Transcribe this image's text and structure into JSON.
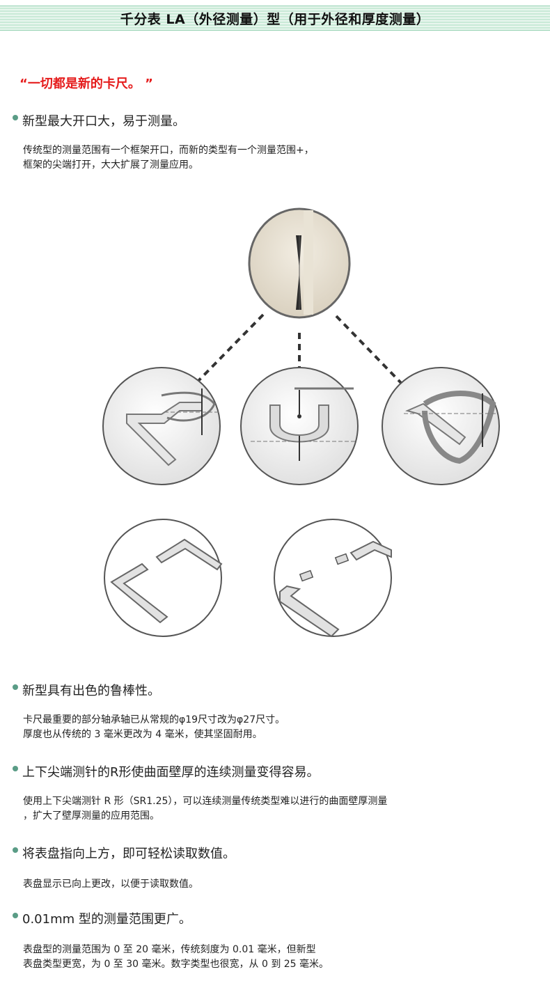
{
  "header": {
    "title": "千分表 LA（外径测量）型（用于外径和厚度测量）"
  },
  "slogan": "“一切都是新的卡尺。 ”",
  "features": [
    {
      "title": "新型最大开口大，易于测量。",
      "desc": [
        "传统型的测量范围有一个框架开口，而新的类型有一个测量范围+，",
        "框架的尖端打开，大大扩展了测量应用。"
      ]
    },
    {
      "title": "新型具有出色的鲁棒性。",
      "desc": [
        "卡尺最重要的部分轴承轴已从常规的φ19尺寸改为φ27尺寸。",
        "厚度也从传统的 3 毫米更改为 4 毫米，使其坚固耐用。"
      ]
    },
    {
      "title": "上下尖端测针的R形使曲面壁厚的连续测量变得容易。",
      "desc": [
        "使用上下尖端测针 R 形（SR1.25），可以连续测量传统类型难以进行的曲面壁厚测量",
        "，扩大了壁厚测量的应用范围。"
      ]
    },
    {
      "title": "将表盘指向上方，即可轻松读取数值。",
      "desc": [
        "表盘显示已向上更改，以便于读取数值。"
      ]
    },
    {
      "title": "0.01mm 型的测量范围更广。",
      "desc": [
        "表盘型的测量范围为 0 至 20 毫米，传统刻度为 0.01 毫米，但新型",
        "表盘类型更宽，为 0 至 30 毫米。数字类型也很宽，从 0 到 25 毫米。"
      ]
    }
  ],
  "colors": {
    "slogan": "#e51c1c",
    "bullet": "#5a9c86",
    "header_band": "#c9ead7"
  }
}
